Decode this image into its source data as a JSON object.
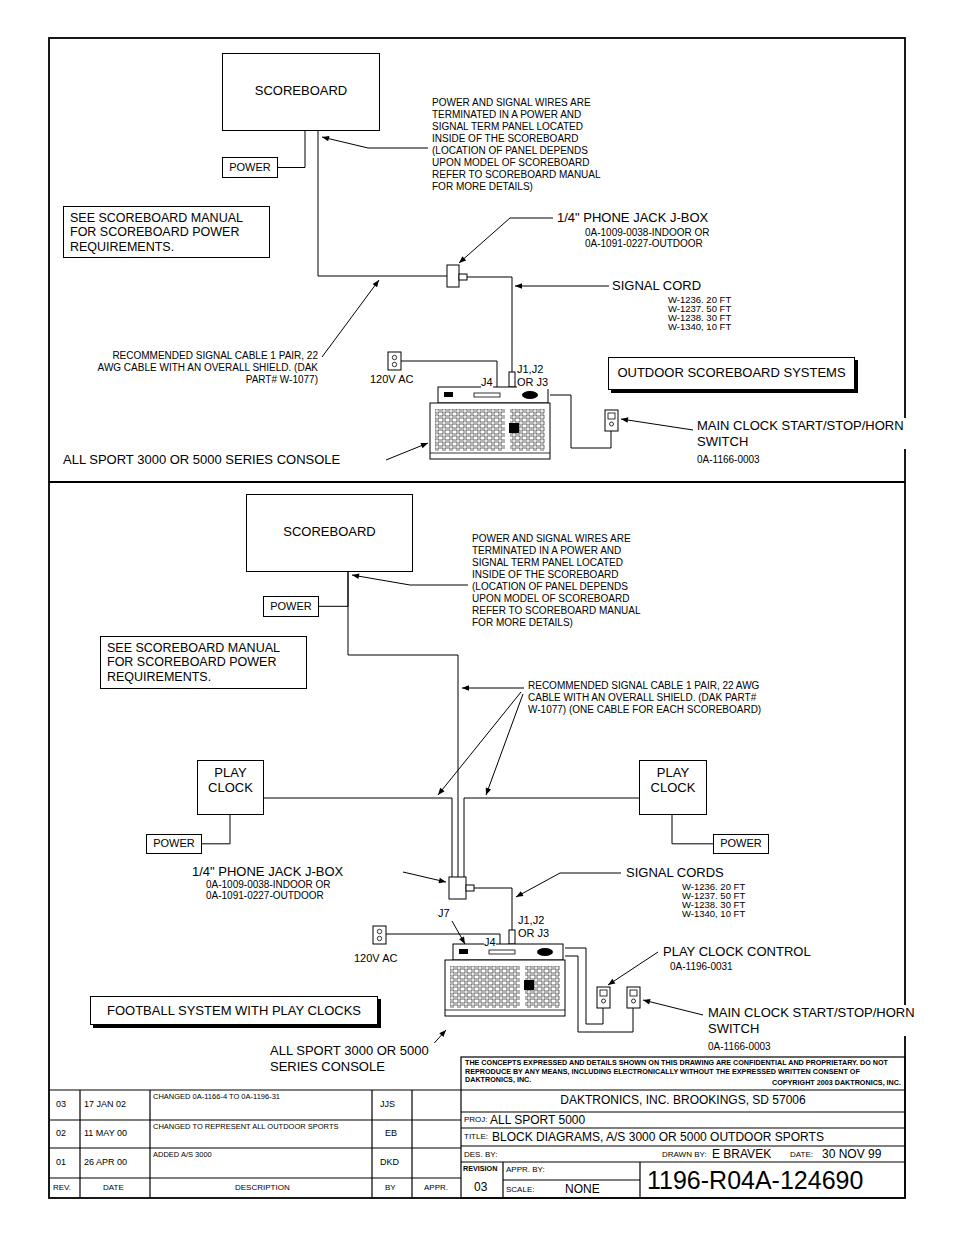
{
  "diagram": {
    "nodes": [
      {
        "text": [
          "SCOREBOARD"
        ]
      },
      {
        "text": [
          "POWER"
        ]
      },
      {
        "text": [
          "SEE SCOREBOARD MANUAL FOR SCOREBOARD POWER REQUIREMENTS."
        ]
      },
      {
        "text": [
          "OUTDOOR SCOREBOARD SYSTEMS"
        ]
      },
      {
        "text": [
          "SCOREBOARD"
        ]
      },
      {
        "text": [
          "POWER"
        ]
      },
      {
        "text": [
          "SEE SCOREBOARD MANUAL FOR SCOREBOARD POWER REQUIREMENTS."
        ]
      },
      {
        "text": [
          "PLAY CLOCK"
        ]
      },
      {
        "text": [
          "POWER"
        ]
      },
      {
        "text": [
          "PLAY CLOCK"
        ]
      },
      {
        "text": [
          "POWER"
        ]
      },
      {
        "text": [
          "FOOTBALL SYSTEM WITH PLAY CLOCKS"
        ]
      }
    ],
    "edges": [
      {
        "from": 1,
        "to": 0,
        "arrow": "none"
      },
      {
        "from": 5,
        "to": 4,
        "arrow": "none"
      },
      {
        "from": 8,
        "to": 7,
        "arrow": "none"
      },
      {
        "from": 10,
        "to": 9,
        "arrow": "none"
      }
    ],
    "labels": [
      "POWER AND SIGNAL WIRES ARE TERMINATED IN A POWER AND SIGNAL TERM PANEL LOCATED INSIDE OF THE SCOREBOARD (LOCATION OF PANEL DEPENDS UPON MODEL OF SCOREBOARD REFER TO SCOREBOARD MANUAL FOR MORE DETAILS)",
      "1/4\" PHONE JACK J-BOX",
      "0A-1009-0038-INDOOR OR",
      "0A-1091-0227-OUTDOOR",
      "SIGNAL CORD",
      "W-1236, 20 FT",
      "W-1237, 50 FT",
      "W-1238, 30 FT",
      "W-1340, 10 FT",
      "RECOMMENDED SIGNAL CABLE 1 PAIR, 22 AWG CABLE WITH AN OVERALL SHIELD. (DAK PART# W-1077)",
      "120V AC",
      "J4",
      "J1,J2 OR J3",
      "MAIN CLOCK START/STOP/HORN SWITCH",
      "0A-1166-0003",
      "ALL SPORT 3000 OR 5000 SERIES CONSOLE",
      "POWER AND SIGNAL WIRES ARE TERMINATED IN A POWER AND SIGNAL TERM PANEL LOCATED INSIDE OF THE SCOREBOARD (LOCATION OF PANEL DEPENDS UPON MODEL OF SCOREBOARD REFER TO SCOREBOARD MANUAL FOR MORE DETAILS)",
      "RECOMMENDED SIGNAL CABLE 1 PAIR, 22 AWG CABLE WITH AN OVERALL SHIELD. (DAK PART# W-1077) (ONE CABLE FOR EACH SCOREBOARD)",
      "1/4\" PHONE JACK J-BOX",
      "0A-1009-0038-INDOOR OR",
      "0A-1091-0227-OUTDOOR",
      "SIGNAL CORDS",
      "W-1236, 20 FT",
      "W-1237, 50 FT",
      "W-1238, 30 FT",
      "W-1340, 10 FT",
      "J7",
      "120V AC",
      "J4",
      "J1,J2 OR J3",
      "PLAY CLOCK CONTROL",
      "0A-1196-0031",
      "MAIN CLOCK START/STOP/HORN SWITCH",
      "0A-1166-0003",
      "ALL SPORT 3000 OR 5000 SERIES CONSOLE",
      "THE CONCEPTS EXPRESSED AND DETAILS SHOWN ON THIS DRAWING ARE CONFIDENTIAL AND PROPRIETARY. DO NOT REPRODUCE BY ANY MEANS, INCLUDING ELECTRONICALLY WITHOUT THE EXPRESSED WRITTEN CONSENT OF DAKTRONICS, INC.",
      "COPYRIGHT 2003 DAKTRONICS, INC.",
      "DAKTRONICS, INC. BROOKINGS, SD 57006",
      "PROJ:",
      "ALL SPORT 5000",
      "TITLE:",
      "BLOCK DIAGRAMS, A/S 3000 OR 5000 OUTDOOR SPORTS",
      "DES. BY:",
      "DRAWN BY:",
      "E BRAVEK",
      "DATE:",
      "30 NOV 99",
      "REVISION",
      "03",
      "APPR. BY:",
      "SCALE:",
      "NONE",
      "1196-R04A-124690",
      "03",
      "17 JAN 02",
      "CHANGED 0A-1166-4 TO 0A-1196-31",
      "JJS",
      "02",
      "11 MAY 00",
      "CHANGED TO REPRESENT ALL OUTDOOR SPORTS",
      "EB",
      "01",
      "26 APR 00",
      "ADDED A/S 3000",
      "DKD",
      "REV.",
      "DATE",
      "DESCRIPTION",
      "BY",
      "APPR."
    ]
  }
}
